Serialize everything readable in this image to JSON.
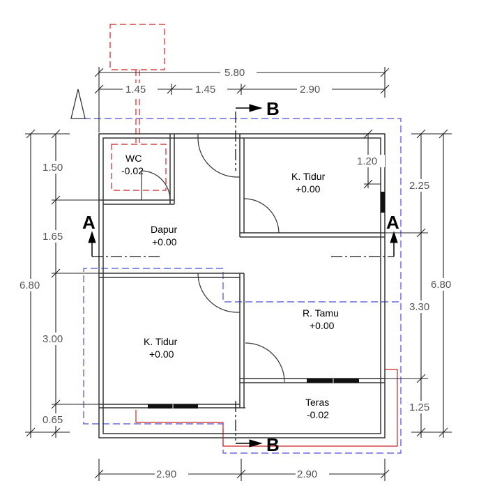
{
  "rooms": [
    {
      "name": "WC",
      "level": "-0.02"
    },
    {
      "name": "K. Tidur",
      "level": "+0.00"
    },
    {
      "name": "Dapur",
      "level": "+0.00"
    },
    {
      "name": "K. Tidur",
      "level": "+0.00"
    },
    {
      "name": "R. Tamu",
      "level": "+0.00"
    },
    {
      "name": "Teras",
      "level": "-0.02"
    }
  ],
  "dimensions": {
    "top_total": "5.80",
    "top_segments": [
      "1.45",
      "1.45",
      "2.90"
    ],
    "left_total": "6.80",
    "left_segments": [
      "1.50",
      "1.65",
      "3.00",
      "0.65"
    ],
    "right_total": "6.80",
    "right_segments": [
      "2.25",
      "3.30",
      "1.25"
    ],
    "bottom_segments": [
      "2.90",
      "2.90"
    ],
    "window_width": "1.20"
  },
  "sections": {
    "a_label": "A",
    "b_label": "B"
  },
  "colors": {
    "wall": "#333333",
    "dimension": "#222222",
    "roof_outline": "#4a4adf",
    "red_outline": "#d42020",
    "window_fill": "#111111"
  }
}
